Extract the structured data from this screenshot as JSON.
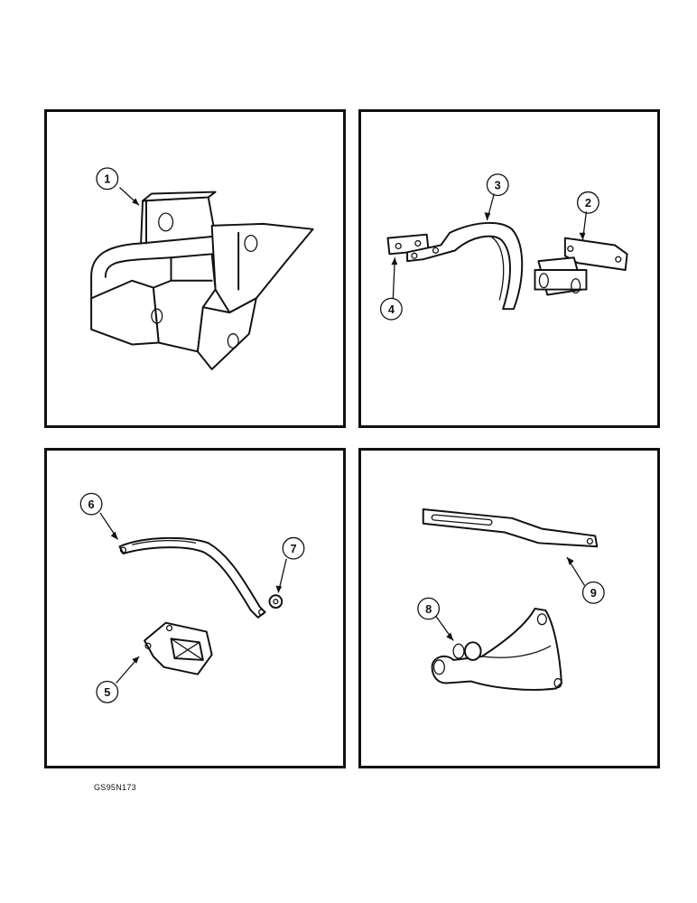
{
  "figure_code": "GS95N173",
  "callouts": {
    "c1": "1",
    "c2": "2",
    "c3": "3",
    "c4": "4",
    "c5": "5",
    "c6": "6",
    "c7": "7",
    "c8": "8",
    "c9": "9"
  },
  "parts": [
    {
      "callout": "1",
      "icon": "mounting-bracket-icon"
    },
    {
      "callout": "2",
      "icon": "hinge-bracket-icon"
    },
    {
      "callout": "3",
      "icon": "curved-slotted-arm-icon"
    },
    {
      "callout": "4",
      "icon": "shim-plate-icon"
    },
    {
      "callout": "5",
      "icon": "support-bracket-icon"
    },
    {
      "callout": "6",
      "icon": "curved-adjusting-strap-icon"
    },
    {
      "callout": "7",
      "icon": "spacer-icon"
    },
    {
      "callout": "8",
      "icon": "pivot-bracket-icon"
    },
    {
      "callout": "9",
      "icon": "slotted-link-icon"
    }
  ]
}
